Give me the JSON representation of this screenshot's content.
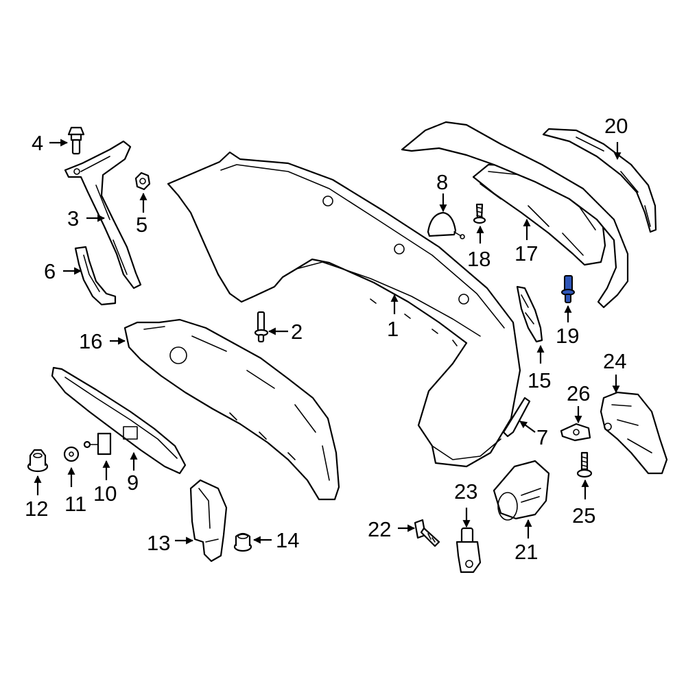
{
  "diagram": {
    "highlight_color": "#2f56b8",
    "highlight_stroke": "#0c1f66",
    "line_color": "#000000",
    "background": "#ffffff",
    "highlighted_part": "19",
    "callouts": [
      {
        "id": "c1",
        "label": "1"
      },
      {
        "id": "c2",
        "label": "2"
      },
      {
        "id": "c3",
        "label": "3"
      },
      {
        "id": "c4",
        "label": "4"
      },
      {
        "id": "c5",
        "label": "5"
      },
      {
        "id": "c6",
        "label": "6"
      },
      {
        "id": "c7",
        "label": "7"
      },
      {
        "id": "c8",
        "label": "8"
      },
      {
        "id": "c9",
        "label": "9"
      },
      {
        "id": "c10",
        "label": "10"
      },
      {
        "id": "c11",
        "label": "11"
      },
      {
        "id": "c12",
        "label": "12"
      },
      {
        "id": "c13",
        "label": "13"
      },
      {
        "id": "c14",
        "label": "14"
      },
      {
        "id": "c15",
        "label": "15"
      },
      {
        "id": "c16",
        "label": "16"
      },
      {
        "id": "c17",
        "label": "17"
      },
      {
        "id": "c18",
        "label": "18"
      },
      {
        "id": "c19",
        "label": "19"
      },
      {
        "id": "c20",
        "label": "20"
      },
      {
        "id": "c21",
        "label": "21"
      },
      {
        "id": "c22",
        "label": "22"
      },
      {
        "id": "c23",
        "label": "23"
      },
      {
        "id": "c24",
        "label": "24"
      },
      {
        "id": "c25",
        "label": "25"
      },
      {
        "id": "c26",
        "label": "26"
      }
    ]
  }
}
